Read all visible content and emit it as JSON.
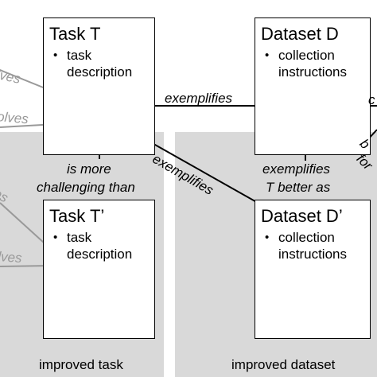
{
  "nodes": {
    "task_t": {
      "title": "Task T",
      "items": [
        "task description"
      ]
    },
    "dataset_d": {
      "title": "Dataset D",
      "items": [
        "collection instructions"
      ]
    },
    "task_t_prime": {
      "title": "Task T’",
      "items": [
        "task description"
      ]
    },
    "dataset_d_prime": {
      "title": "Dataset D’",
      "items": [
        "collection instructions"
      ]
    }
  },
  "edges": {
    "exemplifies_top": "exemplifies",
    "exemplifies_diag": "exemplifies",
    "is_more_challenging": [
      "is more",
      "challenging than"
    ],
    "exemplifies_better": [
      "exemplifies",
      "T better as"
    ]
  },
  "clipped_labels": {
    "solves_1": "lves",
    "solves_2": "olves",
    "solves_3": "es",
    "solves_4": "lves",
    "right_top": "c",
    "right_mid1": "b",
    "right_mid2": "for"
  },
  "captions": {
    "left": "improved task",
    "right": "improved dataset"
  },
  "colors": {
    "panel": "#d9d9d9",
    "gray_lines": "#999999",
    "lines": "#000000"
  }
}
